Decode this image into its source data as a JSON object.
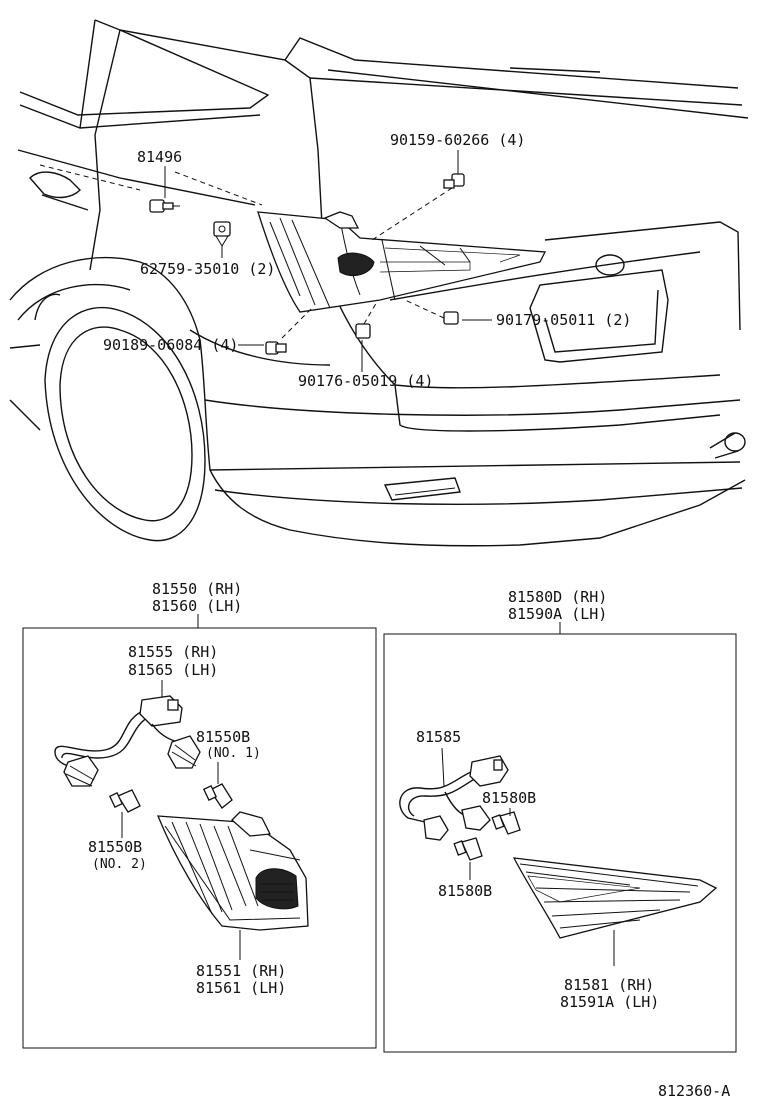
{
  "callouts": {
    "c81496": "81496",
    "c90159": "90159-60266 (4)",
    "c62759": "62759-35010 (2)",
    "c90179": "90179-05011 (2)",
    "c90189": "90189-06084 (4)",
    "c90176": "90176-05019 (4)"
  },
  "left_box": {
    "title_rh": "81550 (RH)",
    "title_lh": "81560 (LH)",
    "socket_rh": "81555 (RH)",
    "socket_lh": "81565 (LH)",
    "bulb1": "81550B",
    "bulb1_note": "(NO. 1)",
    "bulb2": "81550B",
    "bulb2_note": "(NO. 2)",
    "lens_rh": "81551 (RH)",
    "lens_lh": "81561 (LH)"
  },
  "right_box": {
    "title_rh": "81580D (RH)",
    "title_lh": "81590A (LH)",
    "socket": "81585",
    "bulb_a": "81580B",
    "bulb_b": "81580B",
    "lens_rh": "81581 (RH)",
    "lens_lh": "81591A (LH)"
  },
  "diagram_code": "812360-A"
}
